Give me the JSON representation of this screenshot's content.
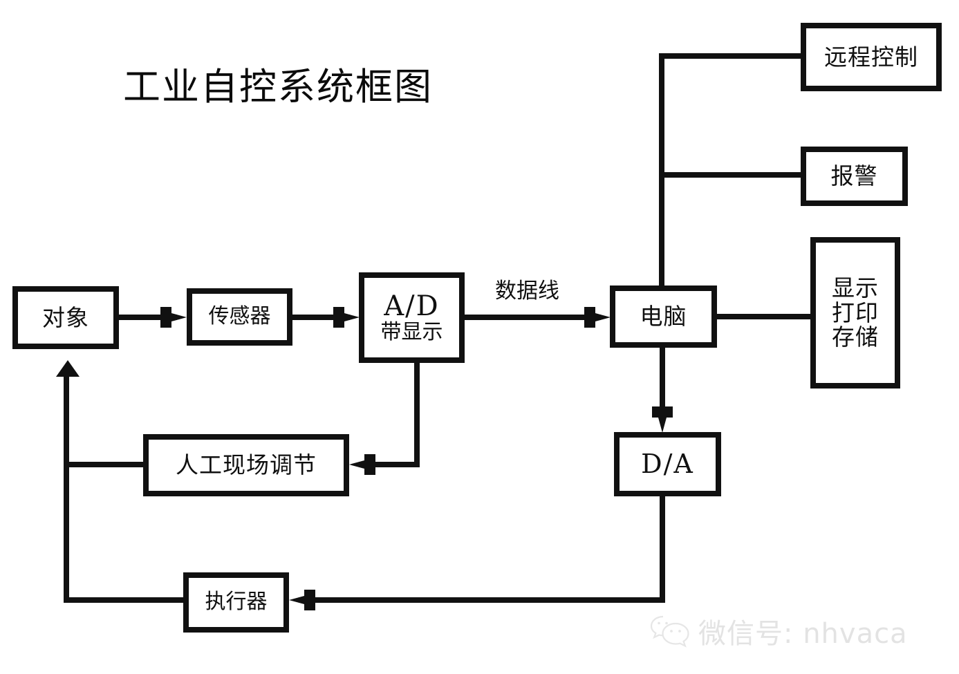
{
  "diagram": {
    "title": "工业自控系统框图",
    "type": "block-diagram",
    "nodes": [
      {
        "id": "object",
        "label": "对象",
        "lines": [
          "对象"
        ]
      },
      {
        "id": "sensor",
        "label": "传感器",
        "lines": [
          "传感器"
        ]
      },
      {
        "id": "adc",
        "label": "A/D 带显示",
        "lines": [
          "A/D",
          "带显示"
        ]
      },
      {
        "id": "computer",
        "label": "电脑",
        "lines": [
          "电脑"
        ]
      },
      {
        "id": "remote",
        "label": "远程控制",
        "lines": [
          "远程控制"
        ]
      },
      {
        "id": "alarm",
        "label": "报警",
        "lines": [
          "报警"
        ]
      },
      {
        "id": "display",
        "label": "显示 打印 存储",
        "lines": [
          "显示",
          "打印",
          "存储"
        ]
      },
      {
        "id": "manual",
        "label": "人工现场调节",
        "lines": [
          "人工现场调节"
        ]
      },
      {
        "id": "dac",
        "label": "D/A",
        "lines": [
          "D/A"
        ]
      },
      {
        "id": "actuator",
        "label": "执行器",
        "lines": [
          "执行器"
        ]
      }
    ],
    "edges": [
      {
        "from": "object",
        "to": "sensor",
        "label": ""
      },
      {
        "from": "sensor",
        "to": "adc",
        "label": ""
      },
      {
        "from": "adc",
        "to": "computer",
        "label": "数据线"
      },
      {
        "from": "adc",
        "to": "manual",
        "label": ""
      },
      {
        "from": "computer",
        "to": "remote",
        "label": ""
      },
      {
        "from": "computer",
        "to": "alarm",
        "label": ""
      },
      {
        "from": "computer",
        "to": "display",
        "label": ""
      },
      {
        "from": "computer",
        "to": "dac",
        "label": ""
      },
      {
        "from": "dac",
        "to": "actuator",
        "label": ""
      },
      {
        "from": "actuator",
        "to": "object",
        "label": ""
      },
      {
        "from": "manual",
        "to": "object",
        "label": ""
      }
    ],
    "edge_labels": {
      "data_line": "数据线"
    },
    "colors": {
      "stroke": "#111111",
      "background": "#ffffff",
      "text": "#101010",
      "watermark": "#e3e3e3"
    }
  },
  "watermark": {
    "text": "微信号: nhvaca",
    "icon": "wechat-icon"
  }
}
